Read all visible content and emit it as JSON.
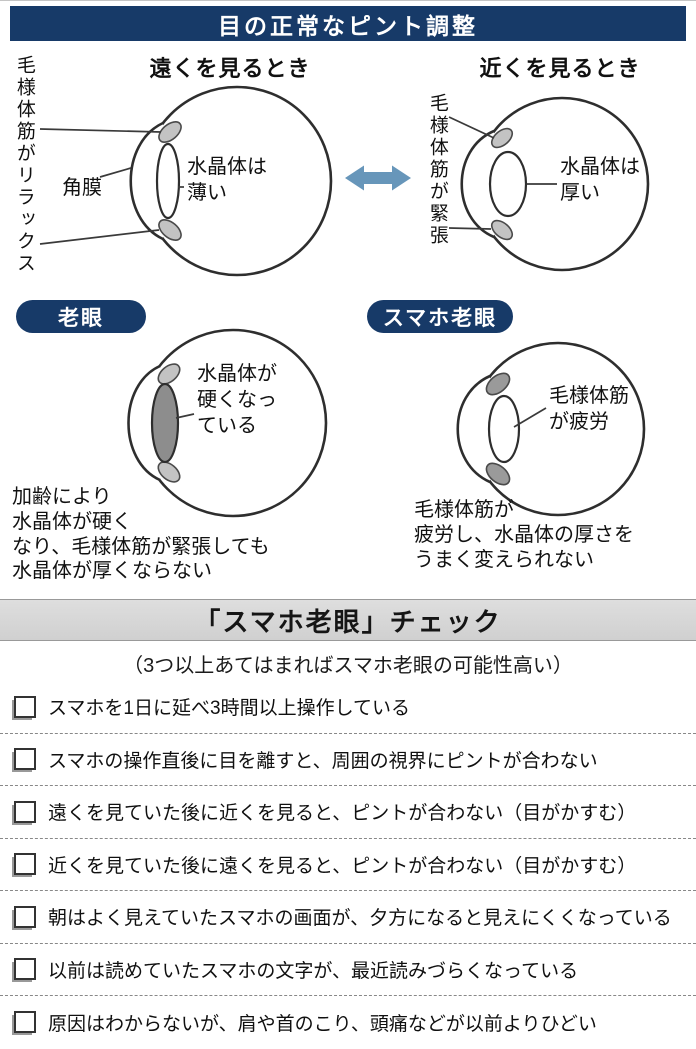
{
  "page": {
    "title": "目の正常なピント調整",
    "section2_title": "「スマホ老眼」チェック",
    "section2_subtitle": "（3つ以上あてはまればスマホ老眼の可能性高い）"
  },
  "diagram": {
    "far": {
      "heading": "遠くを見るとき",
      "ciliary_label": "毛様体筋がリラックス",
      "cornea_label": "角膜",
      "lens_label": "水晶体は\n薄い"
    },
    "near": {
      "heading": "近くを見るとき",
      "ciliary_label": "毛様体筋が緊張",
      "lens_label": "水晶体は\n厚い"
    },
    "presbyopia": {
      "badge": "老眼",
      "lens_label": "水晶体が\n硬くなっ\nている",
      "description": "加齢により\n水晶体が硬く\nなり、毛様体筋が緊張しても\n水晶体が厚くならない"
    },
    "smartphone": {
      "badge": "スマホ老眼",
      "muscle_label": "毛様体筋\nが疲労",
      "description": "毛様体筋が\n疲労し、水晶体の厚さを\nうまく変えられない"
    }
  },
  "checklist": {
    "items": [
      "スマホを1日に延べ3時間以上操作している",
      "スマホの操作直後に目を離すと、周囲の視界にピントが合わない",
      "遠くを見ていた後に近くを見ると、ピントが合わない（目がかすむ）",
      "近くを見ていた後に遠くを見ると、ピントが合わない（目がかすむ）",
      "朝はよく見えていたスマホの画面が、夕方になると見えにくくなっている",
      "以前は読めていたスマホの文字が、最近読みづらくなっている",
      "原因はわからないが、肩や首のこり、頭痛などが以前よりひどい"
    ]
  },
  "colors": {
    "navy": "#173a68",
    "arrow": "#6796ba",
    "bar": "#d0d0d0"
  }
}
